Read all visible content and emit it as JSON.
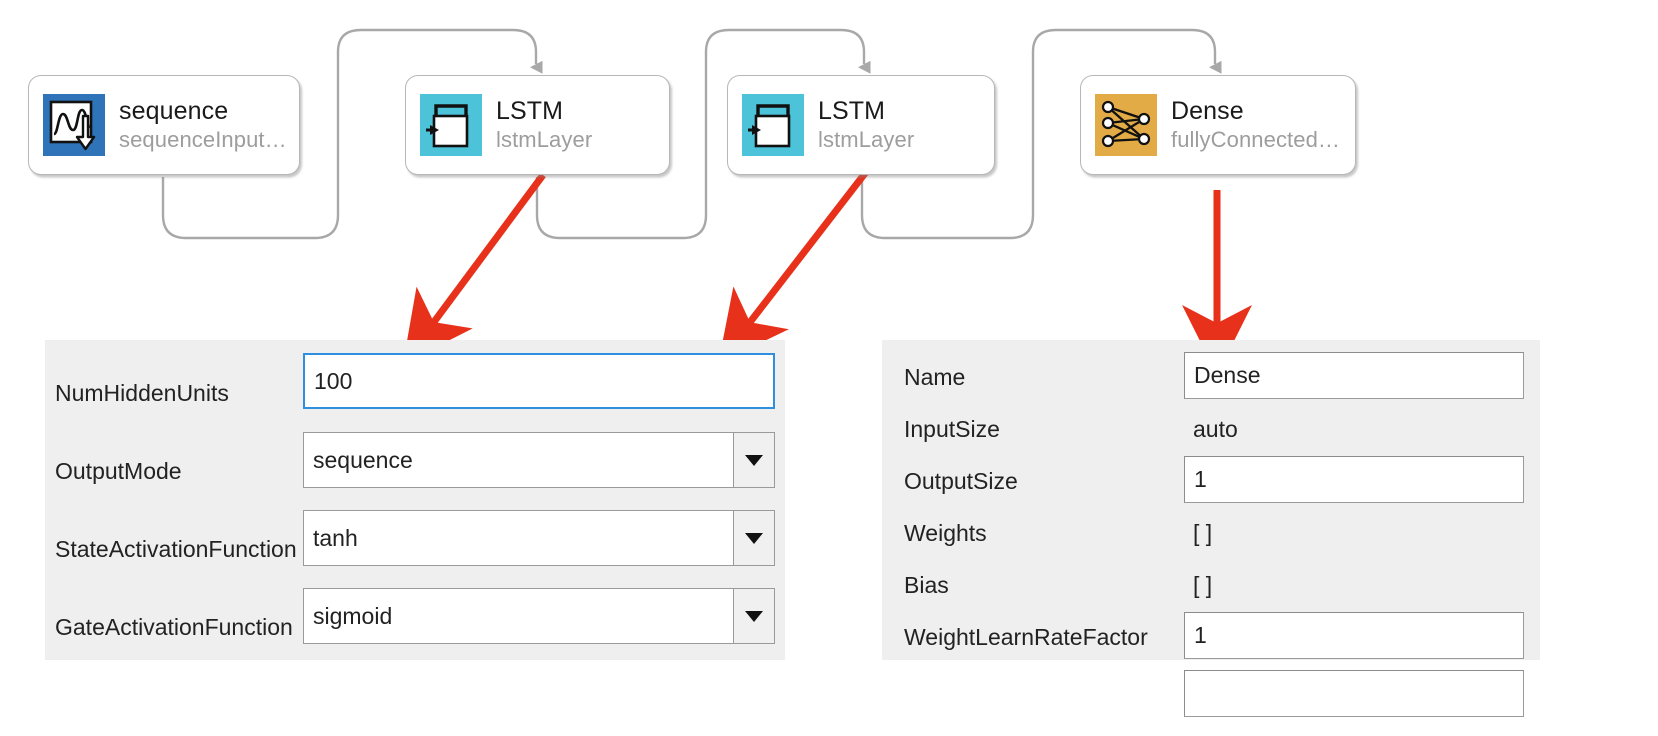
{
  "diagram": {
    "blocks": [
      {
        "title": "sequence",
        "subtitle": "sequenceInput…",
        "icon": "sequence-input-icon",
        "icon_color": "#2f73b8"
      },
      {
        "title": "LSTM",
        "subtitle": "lstmLayer",
        "icon": "lstm-icon",
        "icon_color": "#4cc3d9"
      },
      {
        "title": "LSTM",
        "subtitle": "lstmLayer",
        "icon": "lstm-icon",
        "icon_color": "#4cc3d9"
      },
      {
        "title": "Dense",
        "subtitle": "fullyConnected…",
        "icon": "fully-connected-icon",
        "icon_color": "#e3ab45"
      }
    ],
    "connector_color": "#a8a8a8",
    "annotation_arrow_color": "#e8311a",
    "annotation_arrows": [
      {
        "from_block": "LSTM",
        "to_panel": "lstm-properties"
      },
      {
        "from_block": "LSTM",
        "to_panel": "lstm-properties"
      },
      {
        "from_block": "Dense",
        "to_panel": "dense-properties"
      }
    ]
  },
  "panel_left": {
    "name": "lstm-properties",
    "background": "#efefef",
    "rows": [
      {
        "label": "NumHiddenUnits",
        "value": "100",
        "control": "textbox",
        "focused": true
      },
      {
        "label": "OutputMode",
        "value": "sequence",
        "control": "dropdown",
        "focused": false
      },
      {
        "label": "StateActivationFunction",
        "value": "tanh",
        "control": "dropdown",
        "focused": false
      },
      {
        "label": "GateActivationFunction",
        "value": "sigmoid",
        "control": "dropdown",
        "focused": false
      }
    ]
  },
  "panel_right": {
    "name": "dense-properties",
    "background": "#efefef",
    "rows": [
      {
        "label": "Name",
        "value": "Dense",
        "control": "textbox"
      },
      {
        "label": "InputSize",
        "value": "auto",
        "control": "static"
      },
      {
        "label": "OutputSize",
        "value": "1",
        "control": "textbox"
      },
      {
        "label": "Weights",
        "value": "[ ]",
        "control": "static"
      },
      {
        "label": "Bias",
        "value": "[ ]",
        "control": "static"
      },
      {
        "label": "WeightLearnRateFactor",
        "value": "1",
        "control": "textbox"
      }
    ]
  }
}
